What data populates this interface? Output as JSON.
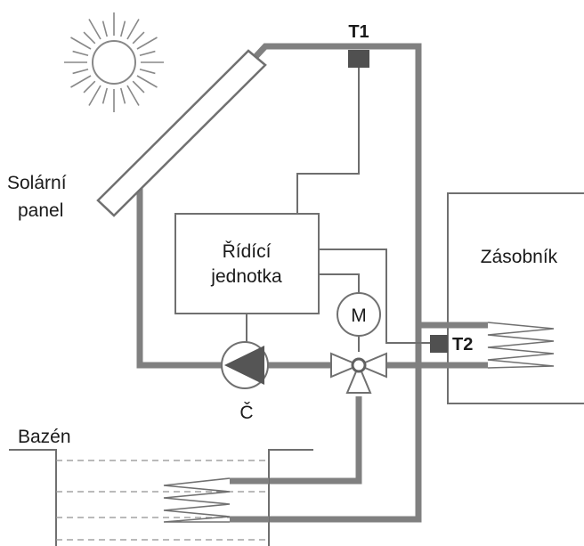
{
  "labels": {
    "sensor_top": "T1",
    "sensor_tank": "T2",
    "panel_line1": "Solární",
    "panel_line2": "panel",
    "controller_line1": "Řídící",
    "controller_line2": "jednotka",
    "tank": "Zásobník",
    "motor": "M",
    "pump": "Č",
    "pool": "Bazén"
  },
  "colors": {
    "pipe": "#808080",
    "outline": "#707070",
    "wire": "#6e6e6e",
    "text": "#1a1a1a",
    "sensor_fill": "#505050",
    "background": "#ffffff"
  }
}
